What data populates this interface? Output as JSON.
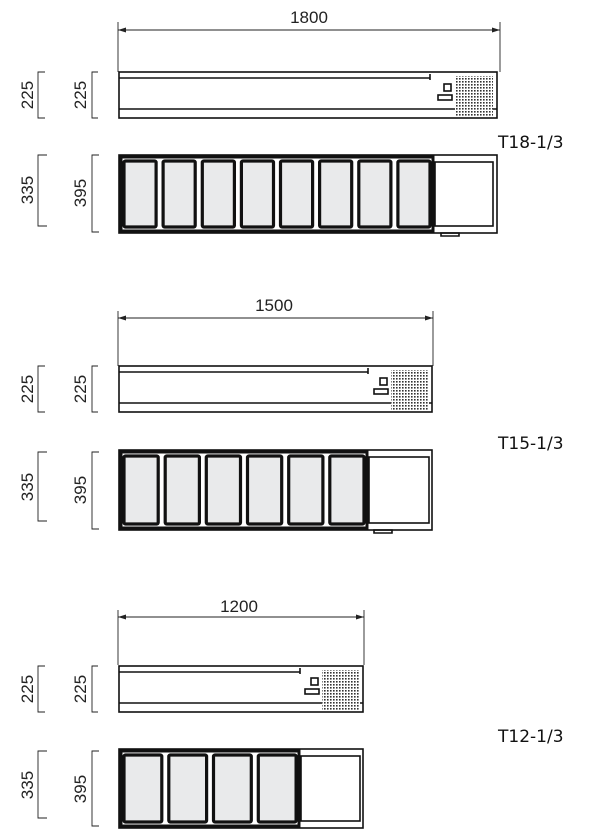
{
  "models": [
    {
      "label": "T18-1/3",
      "width_label": "1800",
      "side_heights": [
        "225",
        "225"
      ],
      "top_depths": [
        "335",
        "395"
      ],
      "pan_count": 8
    },
    {
      "label": "T15-1/3",
      "width_label": "1500",
      "side_heights": [
        "225",
        "225"
      ],
      "top_depths": [
        "335",
        "395"
      ],
      "pan_count": 6
    },
    {
      "label": "T12-1/3",
      "width_label": "1200",
      "side_heights": [
        "225",
        "225"
      ],
      "top_depths": [
        "335",
        "395"
      ],
      "pan_count": 4
    }
  ]
}
